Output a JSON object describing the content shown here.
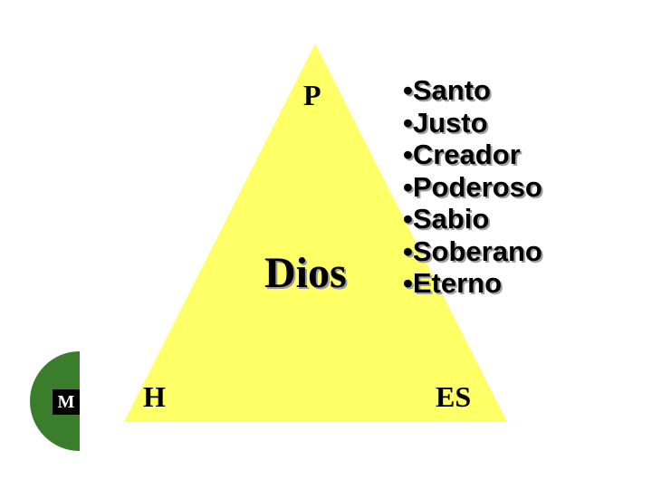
{
  "colors": {
    "triangle_fill": "#ffff66",
    "circle_fill": "#3a7d2a",
    "badge_fill": "#000000",
    "text": "#000000"
  },
  "triangle": {
    "top_label": "P",
    "left_label": "H",
    "right_label": "ES",
    "center_label": "Dios"
  },
  "attributes": [
    "•Santo",
    "•Justo",
    "•Creador",
    "•Poderoso",
    "•Sabio",
    "•Soberano",
    "•Eterno"
  ],
  "badge": {
    "label": "M"
  }
}
